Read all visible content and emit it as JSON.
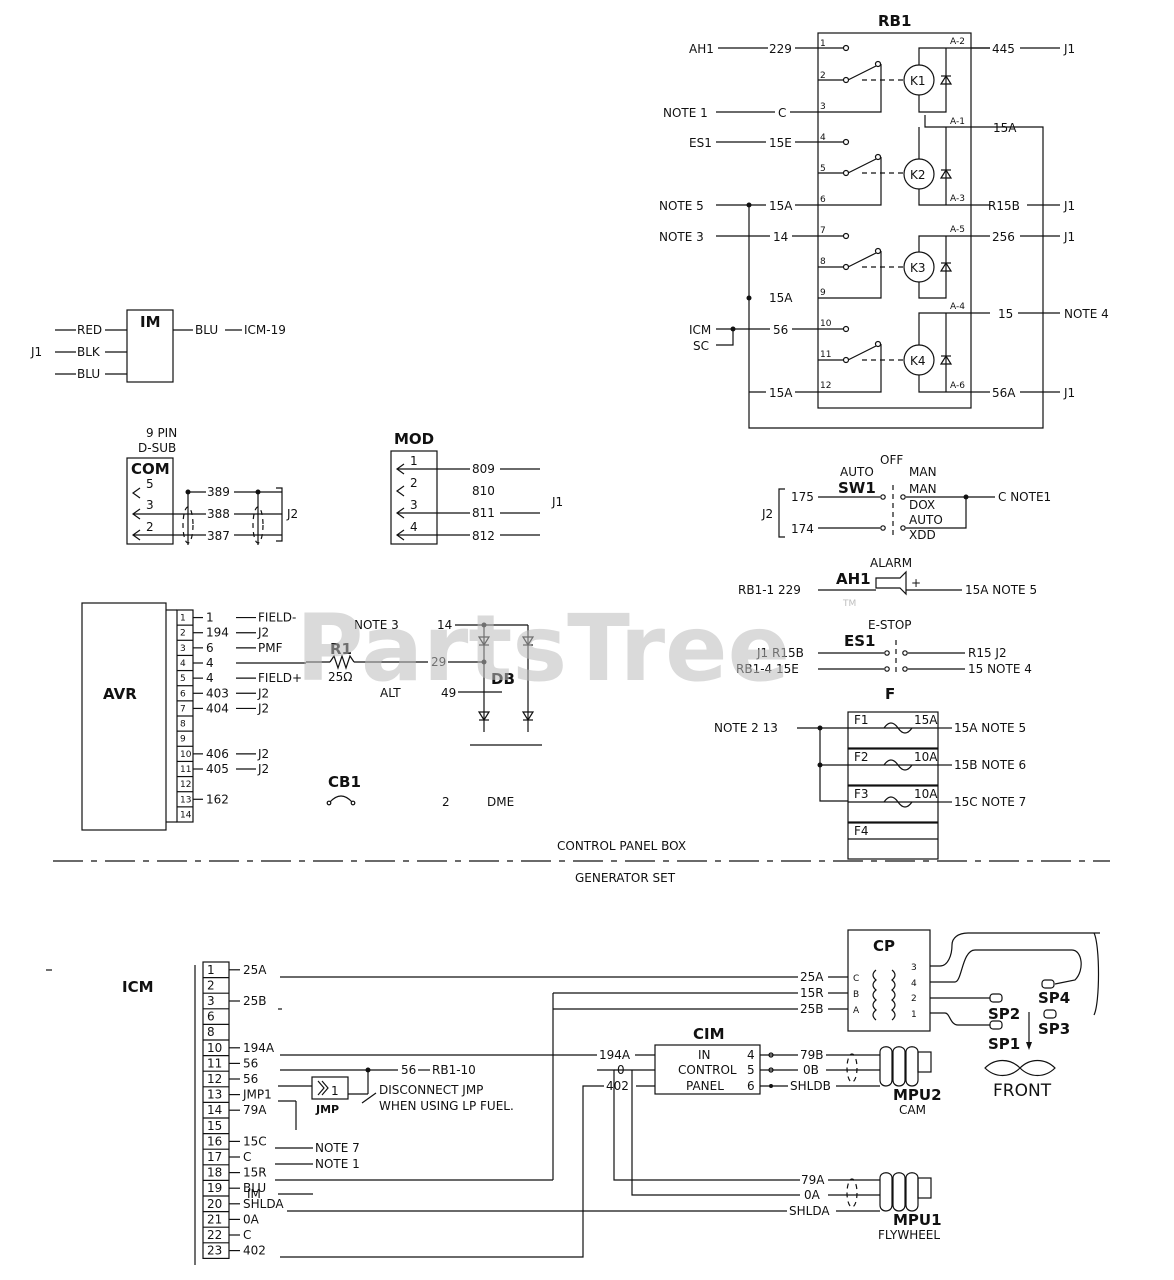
{
  "rb1": {
    "title": "RB1",
    "left": [
      "AH1",
      "229",
      "NOTE 1",
      "C",
      "ES1",
      "15E",
      "NOTE 5",
      "15A",
      "NOTE 3",
      "14",
      "ICM",
      "SC",
      "56",
      "15A",
      "15A"
    ],
    "pins": [
      "1",
      "2",
      "3",
      "4",
      "5",
      "6",
      "7",
      "8",
      "9",
      "10",
      "11",
      "12"
    ],
    "relays": [
      "K1",
      "K2",
      "K3",
      "K4"
    ],
    "right": [
      "445",
      "J1",
      "15A",
      "R15B",
      "J1",
      "256",
      "J1",
      "15",
      "NOTE 4",
      "56A",
      "J1"
    ],
    "small": [
      "A-2",
      "A-1",
      "A-3",
      "A-5",
      "A-4",
      "A-6"
    ]
  },
  "im": {
    "title": "IM",
    "wires": [
      "RED",
      "BLK",
      "BLU"
    ],
    "conn": "J1",
    "out": [
      "BLU",
      "ICM-19"
    ]
  },
  "com": {
    "title": "COM",
    "header": [
      "9 PIN",
      "D-SUB"
    ],
    "pins": [
      "5",
      "3",
      "2"
    ],
    "wires": [
      "389",
      "388",
      "387"
    ],
    "conn": "J2"
  },
  "mod": {
    "title": "MOD",
    "pins": [
      "1",
      "2",
      "3",
      "4"
    ],
    "wires": [
      "809",
      "810",
      "811",
      "812"
    ],
    "conn": "J1"
  },
  "sw1": {
    "title": "SW1",
    "pos": [
      "AUTO",
      "OFF",
      "MAN",
      "MAN",
      "DOX",
      "AUTO",
      "XDD"
    ],
    "conn": "J2",
    "wires": [
      "175",
      "174"
    ],
    "out": "C NOTE1"
  },
  "ah1": {
    "title": "AH1",
    "label": "ALARM",
    "left": "RB1-1 229",
    "right": "15A NOTE 5",
    "minus": "-",
    "plus": "+"
  },
  "es1": {
    "title": "ES1",
    "label": "E-STOP",
    "lines": [
      "J1 R15B",
      "RB1-4 15E",
      "R15 J2",
      "15 NOTE 4"
    ]
  },
  "avr": {
    "title": "AVR",
    "pins": [
      "1",
      "2",
      "3",
      "4",
      "5",
      "6",
      "7",
      "8",
      "9",
      "10",
      "11",
      "12",
      "13",
      "14"
    ],
    "wires": [
      "1",
      "194",
      "6",
      "4",
      "4",
      "403",
      "404",
      "",
      "",
      "406",
      "405",
      "",
      "162",
      ""
    ],
    "tags": [
      "FIELD-",
      "J2",
      "PMF",
      "",
      "FIELD+",
      "J2",
      "J2",
      "",
      "",
      "J2",
      "J2",
      "",
      "",
      ""
    ]
  },
  "r1": {
    "title": "R1",
    "value": "25Ω"
  },
  "db": {
    "title": "DB",
    "wires": [
      "NOTE 3",
      "14",
      "29",
      "ALT",
      "49"
    ]
  },
  "cb1": {
    "title": "CB1",
    "wire": "2",
    "tag": "DME"
  },
  "fuses": {
    "title": "F",
    "input": "NOTE 2 13",
    "items": [
      {
        "name": "F1",
        "rating": "15A",
        "out": "15A NOTE 5"
      },
      {
        "name": "F2",
        "rating": "10A",
        "out": "15B NOTE 6"
      },
      {
        "name": "F3",
        "rating": "10A",
        "out": "15C NOTE 7"
      },
      {
        "name": "F4",
        "rating": "",
        "out": ""
      }
    ]
  },
  "divider": {
    "top": "CONTROL PANEL BOX",
    "bottom": "GENERATOR SET"
  },
  "icm": {
    "title": "ICM",
    "pins": [
      "1",
      "2",
      "3",
      "6",
      "8",
      "10",
      "11",
      "12",
      "13",
      "14",
      "15",
      "16",
      "17",
      "18",
      "19",
      "20",
      "21",
      "22",
      "23"
    ],
    "wires": [
      "25A",
      "",
      "25B",
      "",
      "",
      "194A",
      "56",
      "56",
      "JMP1",
      "79A",
      "",
      "15C",
      "C",
      "15R",
      "BLU",
      "SHLDA",
      "0A",
      "C",
      "402"
    ],
    "tags": [
      "NOTE 7",
      "NOTE 1",
      "IM",
      "56",
      "RB1-10"
    ]
  },
  "jmp": {
    "title": "JMP",
    "pin": "1",
    "note": [
      "DISCONNECT JMP",
      "WHEN USING LP FUEL."
    ]
  },
  "cim": {
    "title": "CIM",
    "rows": [
      "IN",
      "CONTROL",
      "PANEL"
    ],
    "pins": [
      "4",
      "5",
      "6"
    ],
    "inwires": [
      "194A",
      "0",
      "402"
    ],
    "outwires": [
      "79B",
      "0B",
      "SHLDB"
    ]
  },
  "cp": {
    "title": "CP",
    "left": [
      "C",
      "B",
      "A"
    ],
    "right": [
      "3",
      "4",
      "2",
      "1"
    ],
    "wires": [
      "25A",
      "15R",
      "25B"
    ]
  },
  "mpu2": {
    "title": "MPU2",
    "sub": "CAM"
  },
  "mpu1": {
    "title": "MPU1",
    "sub": "FLYWHEEL",
    "wires": [
      "79A",
      "0A",
      "SHLDA"
    ]
  },
  "sparks": {
    "plugs": [
      "SP2",
      "SP4",
      "SP1",
      "SP3"
    ],
    "front": "FRONT"
  },
  "watermark": {
    "text": "PartsTree",
    "tm": "TM"
  }
}
